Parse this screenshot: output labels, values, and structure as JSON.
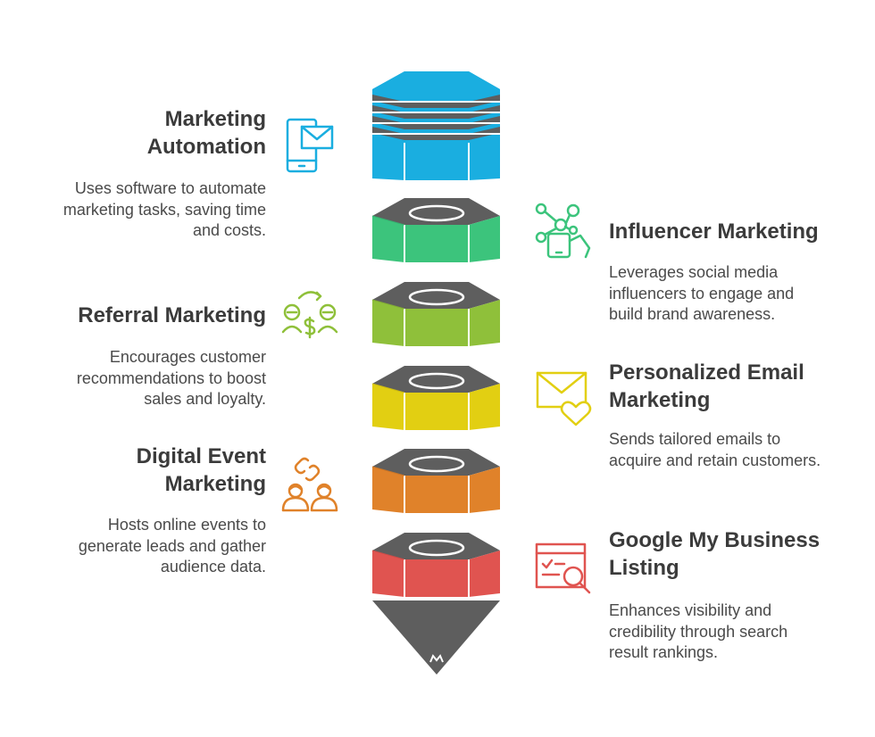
{
  "colors": {
    "blue": "#1aaee0",
    "green": "#3cc47c",
    "lime": "#8fc03a",
    "yellow": "#e2cf12",
    "orange": "#e0822a",
    "red": "#e05450",
    "gray": "#5e5e5e"
  },
  "items": [
    {
      "title": [
        "Marketing",
        "Automation"
      ],
      "desc": [
        "Uses software to automate",
        "marketing tasks, saving time",
        "and costs."
      ],
      "icon": "mobile-email-icon",
      "color": "#1aaee0"
    },
    {
      "title": [
        "Influencer Marketing"
      ],
      "desc": [
        "Leverages social media",
        "influencers to engage and",
        "build brand awareness."
      ],
      "icon": "network-hand-icon",
      "color": "#3cc47c"
    },
    {
      "title": [
        "Referral Marketing"
      ],
      "desc": [
        "Encourages customer",
        "recommendations to boost",
        "sales and loyalty."
      ],
      "icon": "referral-people-icon",
      "color": "#8fc03a"
    },
    {
      "title": [
        "Personalized Email",
        "Marketing"
      ],
      "desc": [
        "Sends tailored emails to",
        "acquire and retain customers."
      ],
      "icon": "envelope-heart-icon",
      "color": "#e2cf12"
    },
    {
      "title": [
        "Digital Event",
        "Marketing"
      ],
      "desc": [
        "Hosts online events to",
        "generate leads and gather",
        "audience data."
      ],
      "icon": "people-link-icon",
      "color": "#e0822a"
    },
    {
      "title": [
        "Google My Business",
        "Listing"
      ],
      "desc": [
        "Enhances visibility and",
        "credibility through search",
        "result rankings."
      ],
      "icon": "search-listing-icon",
      "color": "#e05450"
    }
  ]
}
